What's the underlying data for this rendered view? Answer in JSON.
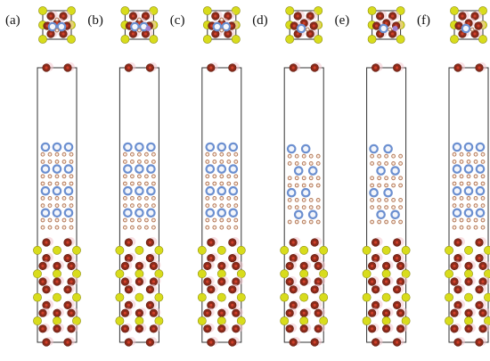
{
  "panels": [
    {
      "label": "(a)",
      "slab": "uniform"
    },
    {
      "label": "(b)",
      "slab": "uniform"
    },
    {
      "label": "(c)",
      "slab": "uniform"
    },
    {
      "label": "(d)",
      "slab": "staggered"
    },
    {
      "label": "(e)",
      "slab": "staggered"
    },
    {
      "label": "(f)",
      "slab": "uniform"
    }
  ],
  "colors": {
    "frame": "#333333",
    "dark_red_atom": "#8b2a1a",
    "yellow_atom": "#d8dc1c",
    "blue_ring_atom": "#6b8fd0",
    "small_brown_atom": "#b47a5a",
    "pink_halo": "#f3c4cc",
    "purple_atom": "#a080d0"
  }
}
